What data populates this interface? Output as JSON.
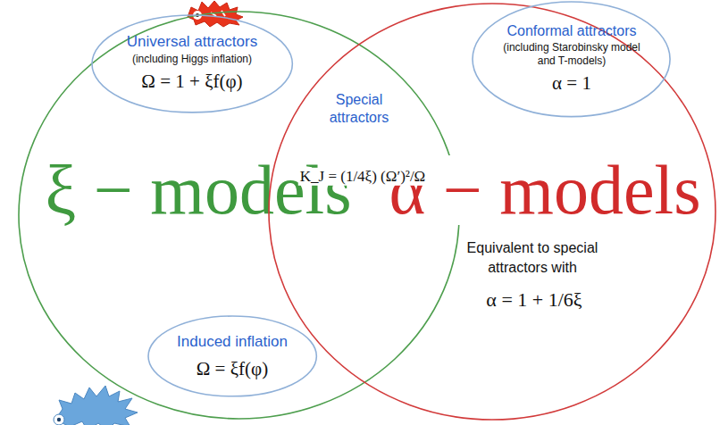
{
  "diagram": {
    "nodes": [
      {
        "text": [
          "ξ − models"
        ]
      },
      {
        "text": [
          "α − models",
          "Equivalent to special attractors with",
          "α = 1 + 1/6ξ"
        ]
      },
      {
        "text": [
          "Universal attractors",
          "(including Higgs inflation)",
          "Ω = 1 + ξf(φ)"
        ],
        "in": 0
      },
      {
        "text": [
          "Conformal attractors",
          "(including Starobinsky model and T-models)",
          "α = 1"
        ],
        "in": 1
      },
      {
        "text": [
          "Induced inflation",
          "Ω = ξf(φ)"
        ],
        "in": 0
      }
    ],
    "labels": [
      "Special attractors",
      "K_J = (1/4ξ) (Ω′)²/Ω"
    ]
  }
}
